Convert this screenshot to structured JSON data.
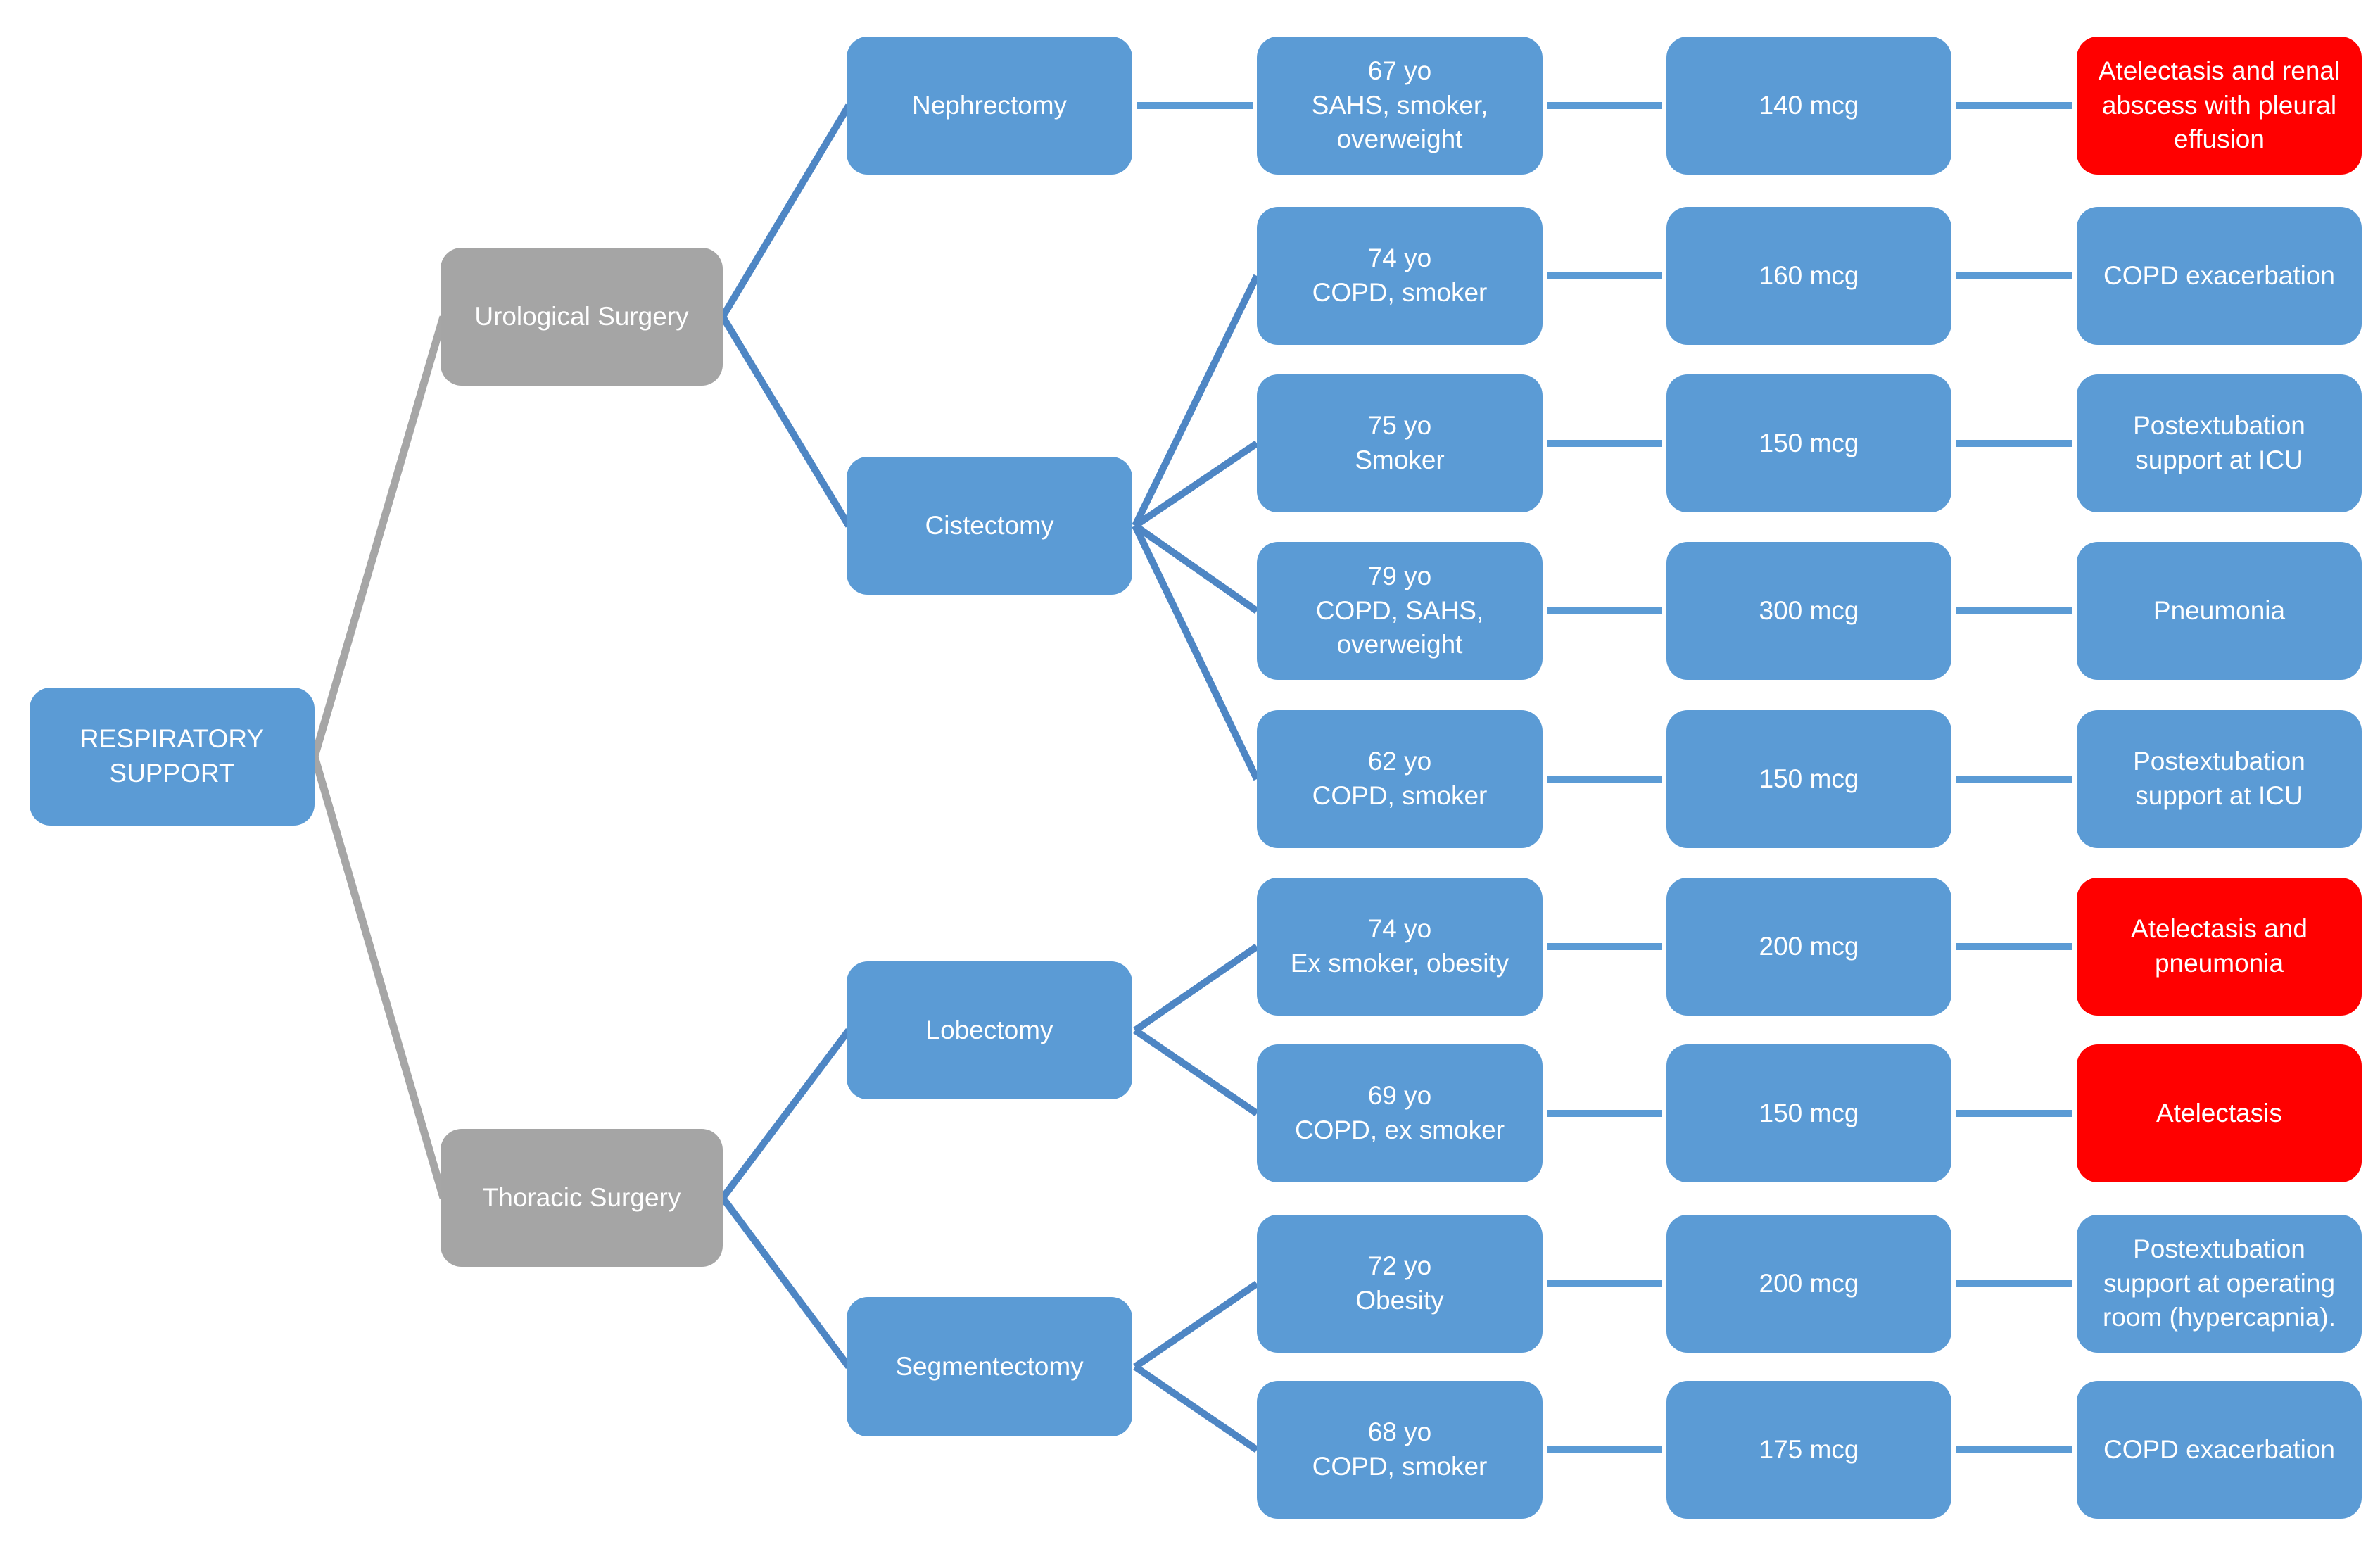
{
  "diagram_type": "hierarchy-flowchart",
  "root": {
    "label": "RESPIRATORY\nSUPPORT"
  },
  "branches": [
    {
      "label": "Urological Surgery",
      "procedures": [
        {
          "label": "Nephrectomy",
          "case_indexes": [
            0
          ]
        },
        {
          "label": "Cistectomy",
          "case_indexes": [
            1,
            2,
            3,
            4
          ]
        }
      ]
    },
    {
      "label": "Thoracic Surgery",
      "procedures": [
        {
          "label": "Lobectomy",
          "case_indexes": [
            5,
            6
          ]
        },
        {
          "label": "Segmentectomy",
          "case_indexes": [
            7,
            8
          ]
        }
      ]
    }
  ],
  "cases": [
    {
      "patient": "67 yo\nSAHS, smoker,\noverweight",
      "dose": "140 mcg",
      "outcome": "Atelectasis and renal abscess with pleural effusion",
      "alert": true
    },
    {
      "patient": "74 yo\nCOPD, smoker",
      "dose": "160 mcg",
      "outcome": "COPD exacerbation",
      "alert": false
    },
    {
      "patient": "75 yo\nSmoker",
      "dose": "150 mcg",
      "outcome": "Postextubation support at ICU",
      "alert": false
    },
    {
      "patient": "79 yo\nCOPD, SAHS,\noverweight",
      "dose": "300 mcg",
      "outcome": "Pneumonia",
      "alert": false
    },
    {
      "patient": "62 yo\nCOPD, smoker",
      "dose": "150 mcg",
      "outcome": "Postextubation support at ICU",
      "alert": false
    },
    {
      "patient": "74 yo\nEx smoker, obesity",
      "dose": "200 mcg",
      "outcome": "Atelectasis and pneumonia",
      "alert": true
    },
    {
      "patient": "69 yo\nCOPD, ex smoker",
      "dose": "150 mcg",
      "outcome": "Atelectasis",
      "alert": true
    },
    {
      "patient": "72 yo\nObesity",
      "dose": "200 mcg",
      "outcome": "Postextubation support at operating room (hypercapnia).",
      "alert": false
    },
    {
      "patient": "68 yo\nCOPD, smoker",
      "dose": "175 mcg",
      "outcome": "COPD exacerbation",
      "alert": false
    }
  ],
  "colors": {
    "node_blue": "#5B9BD5",
    "node_gray": "#A5A5A5",
    "node_red": "#FF0000",
    "wire_gray": "#A6A6A6",
    "wire_blue": "#4E86C4",
    "wire_blue_light": "#5B9BD5"
  }
}
